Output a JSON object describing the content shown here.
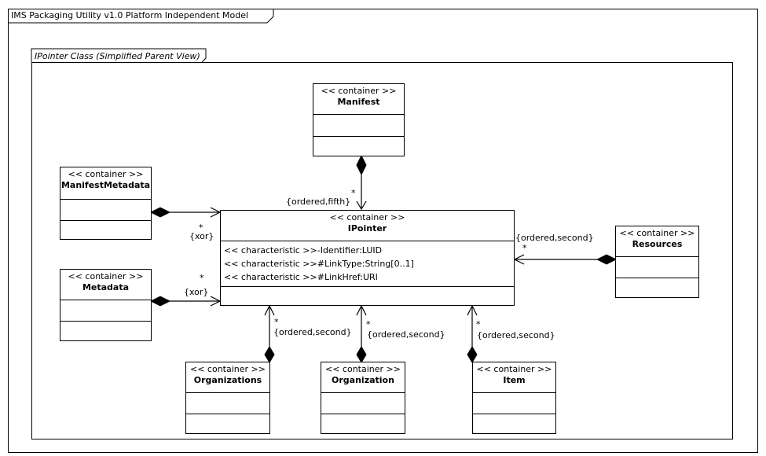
{
  "outer_frame_title": "IMS Packaging Utility v1.0 Platform Independent Model",
  "inner_frame_title": "IPointer Class (Simplified Parent View)",
  "stereotype": "<< container >>",
  "classes": {
    "manifest": "Manifest",
    "manifest_metadata": "ManifestMetadata",
    "metadata": "Metadata",
    "ipointer": "IPointer",
    "resources": "Resources",
    "organizations": "Organizations",
    "organization": "Organization",
    "item": "Item"
  },
  "ipointer_attributes": [
    "<< characteristic >>-Identifier:LUID",
    "<< characteristic >>#LinkType:String[0..1]",
    "<< characteristic >>#LinkHref:URI"
  ],
  "labels": {
    "mult": "*",
    "ordered_fifth": "{ordered,fifth}",
    "ordered_second": "{ordered,second}",
    "xor": "{xor}"
  }
}
